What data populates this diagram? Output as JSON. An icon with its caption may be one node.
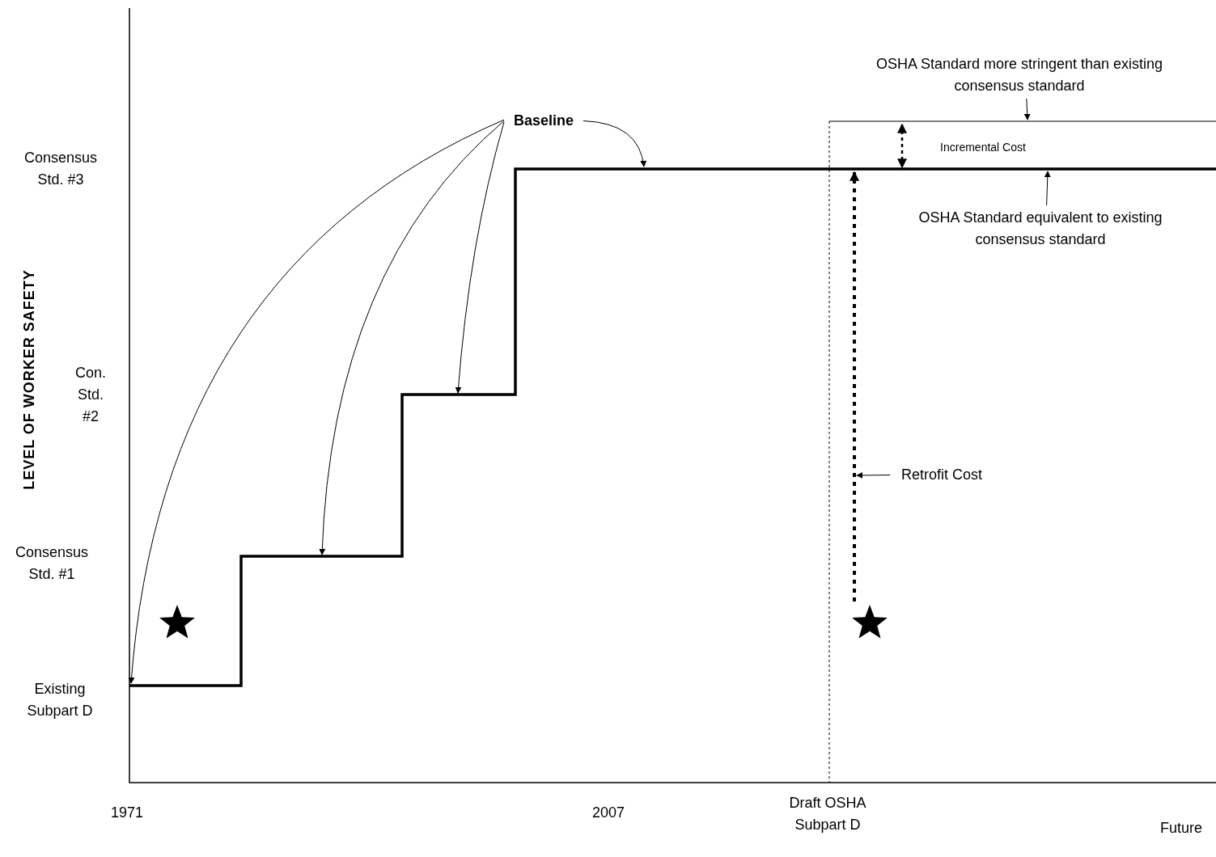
{
  "diagram": {
    "nodes": [
      {
        "text": [
          "OSHA Standard more stringent than existing consensus standard"
        ]
      },
      {
        "text": [
          "Baseline"
        ]
      },
      {
        "text": [
          "OSHA Standard equivalent to existing consensus standard"
        ]
      },
      {
        "text": [
          "Retrofit Cost"
        ]
      }
    ],
    "edges": [
      {
        "from": 0,
        "to": null,
        "arrow": "to"
      },
      {
        "from": 1,
        "to": null,
        "arrow": "to"
      },
      {
        "from": 1,
        "to": null,
        "arrow": "to"
      },
      {
        "from": 1,
        "to": null,
        "arrow": "to"
      },
      {
        "from": 1,
        "to": null,
        "arrow": "to"
      },
      {
        "from": 2,
        "to": null,
        "arrow": "to"
      },
      {
        "from": 3,
        "to": null,
        "arrow": "to"
      }
    ],
    "labels": [
      "Consensus Std. #3",
      "Incremental Cost",
      "LEVEL OF WORKER SAFETY",
      "Con. Std. #2",
      "Consensus Std. #1",
      "Existing Subpart D",
      "1971",
      "2007",
      "Draft OSHA Subpart D",
      "Future"
    ]
  }
}
